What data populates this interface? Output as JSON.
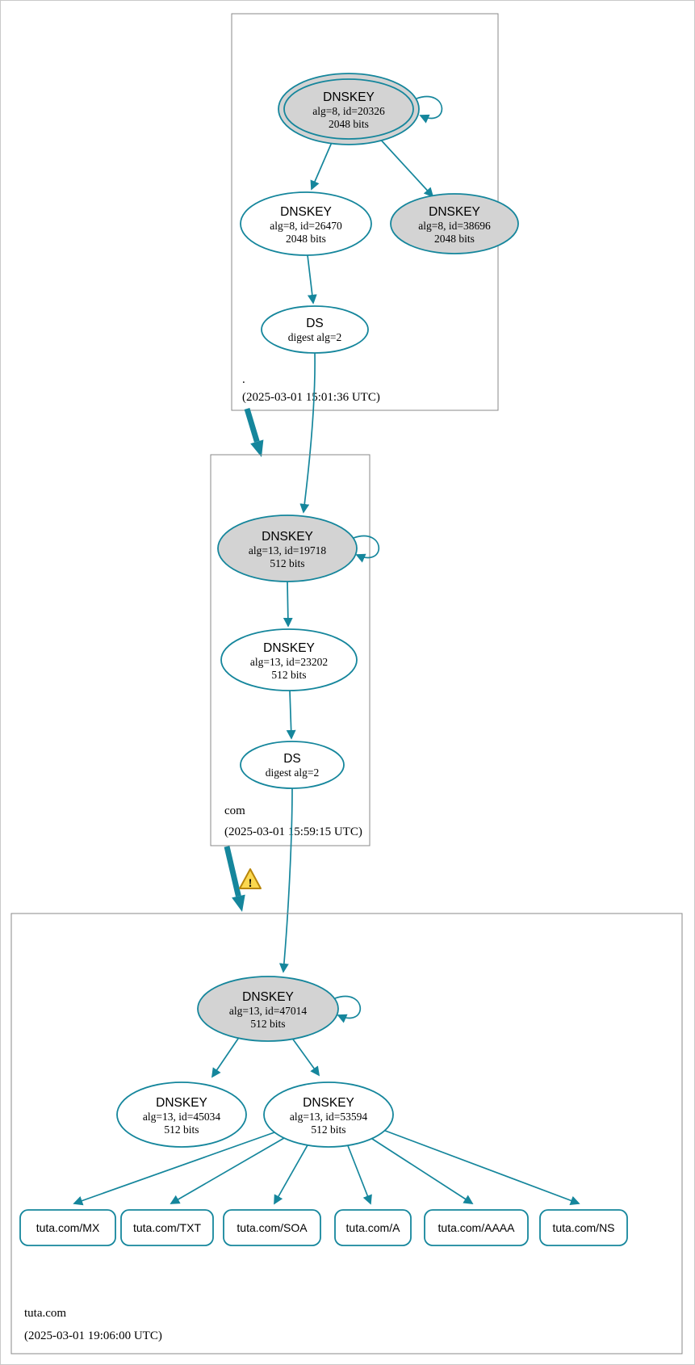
{
  "colors": {
    "edge": "#15869c",
    "node_gray": "#d3d3d3",
    "box_border": "#888888",
    "warning_fill": "#fbd84f",
    "warning_border": "#b8860b",
    "canvas_border": "#c9c9c9"
  },
  "warning": {
    "mark": "!"
  },
  "zones": {
    "root": {
      "label": ".",
      "timestamp": "(2025-03-01 15:01:36 UTC)",
      "ksk": {
        "type": "DNSKEY",
        "meta": "alg=8, id=20326",
        "bits": "2048 bits"
      },
      "zsk": {
        "type": "DNSKEY",
        "meta": "alg=8, id=26470",
        "bits": "2048 bits"
      },
      "ksk2": {
        "type": "DNSKEY",
        "meta": "alg=8, id=38696",
        "bits": "2048 bits"
      },
      "ds": {
        "type": "DS",
        "meta": "digest alg=2"
      }
    },
    "com": {
      "label": "com",
      "timestamp": "(2025-03-01 15:59:15 UTC)",
      "ksk": {
        "type": "DNSKEY",
        "meta": "alg=13, id=19718",
        "bits": "512 bits"
      },
      "zsk": {
        "type": "DNSKEY",
        "meta": "alg=13, id=23202",
        "bits": "512 bits"
      },
      "ds": {
        "type": "DS",
        "meta": "digest alg=2"
      }
    },
    "tuta": {
      "label": "tuta.com",
      "timestamp": "(2025-03-01 19:06:00 UTC)",
      "ksk": {
        "type": "DNSKEY",
        "meta": "alg=13, id=47014",
        "bits": "512 bits"
      },
      "zsk1": {
        "type": "DNSKEY",
        "meta": "alg=13, id=45034",
        "bits": "512 bits"
      },
      "zsk2": {
        "type": "DNSKEY",
        "meta": "alg=13, id=53594",
        "bits": "512 bits"
      },
      "rrsets": [
        {
          "label": "tuta.com/MX"
        },
        {
          "label": "tuta.com/TXT"
        },
        {
          "label": "tuta.com/SOA"
        },
        {
          "label": "tuta.com/A"
        },
        {
          "label": "tuta.com/AAAA"
        },
        {
          "label": "tuta.com/NS"
        }
      ]
    }
  }
}
